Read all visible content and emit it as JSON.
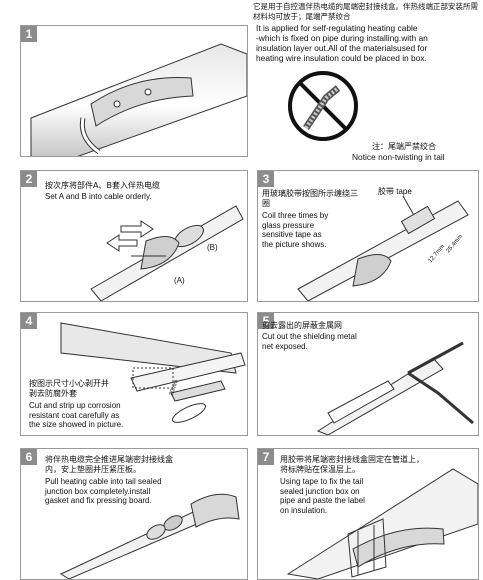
{
  "header": {
    "cn": "它是用于自控温伴热电缆的尾端密封接线盒。伴热线端正部安装所需材料均可放于；尾端严禁绞合",
    "en": "It is applied for self-regulating heating cable\n-which is fixed on pipe during installing.with an\ninsulation layer out.All of the materialsused for\nheating wire insulation could be placed in box."
  },
  "notice": {
    "cn": "注：尾端严禁绞合",
    "en": "Notice non-twisting in tail"
  },
  "steps": [
    {
      "num": "1"
    },
    {
      "num": "2",
      "cn": "按次序将部件A、B套入伴热电缆",
      "en": "Set A and B into cable orderly.",
      "labels": [
        "(B)",
        "(A)"
      ]
    },
    {
      "num": "3",
      "cn": "用玻璃胶带按图所示缠绕三圈",
      "en": "Coil three times by\nglass pressure\nsensitive tape as\nthe picture shows.",
      "labels": [
        "胶带 tape",
        "12.7mm",
        "25.4mm"
      ]
    },
    {
      "num": "4",
      "cn": "按图示尺寸小心剥开并剥去防腐外套",
      "en": "Cut and strip up corrosion\nresistant coat carefully as\nthe size showed in picture.",
      "labels": [
        "20mm"
      ]
    },
    {
      "num": "5",
      "cn": "剪去露出的屏蔽金属网",
      "en": "Cut out the shielding metal\nnet exposed."
    },
    {
      "num": "6",
      "cn": "将伴热电缆完全推进尾端密封接线盒内，安上垫圈并压紧压板。",
      "en": "Pull heating cable into tail sealed\njunction box completely.install\ngasket and fix pressing board."
    },
    {
      "num": "7",
      "cn": "用胶带将尾端密封接线盒固定在管道上，将标牌贴在保温层上。",
      "en": "Using tape to fix the tail\nsealed junction box on\npipe and paste the label\non insulation."
    }
  ]
}
